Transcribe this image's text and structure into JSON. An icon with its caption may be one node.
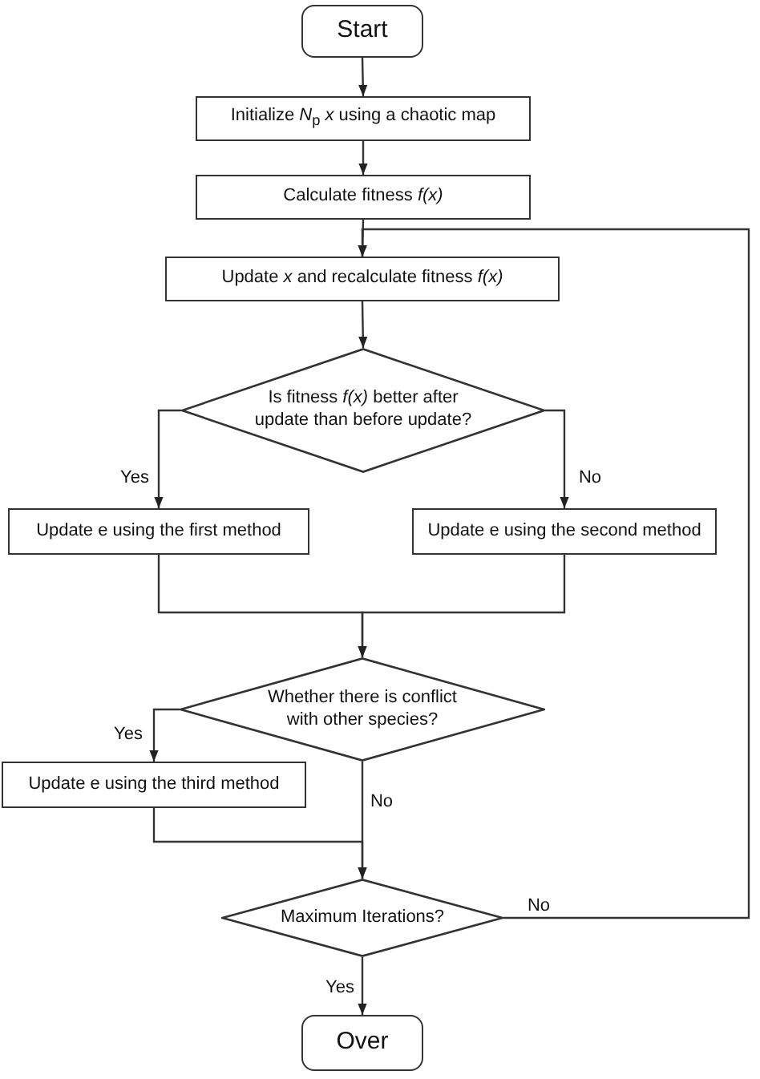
{
  "diagram": {
    "nodes": [
      {
        "text": [
          "Start"
        ]
      },
      {
        "text": [
          "Initialize *N*$_{p}$ *x* using a chaotic map"
        ]
      },
      {
        "text": [
          "Calculate fitness *f(x)*"
        ]
      },
      {
        "text": [
          "Update *x* and recalculate fitness *f(x)*"
        ]
      },
      {
        "text": [
          "Is fitness *f(x)* better after update than before update?"
        ]
      },
      {
        "text": [
          "Update e using the first method"
        ]
      },
      {
        "text": [
          "Update e using the second method"
        ]
      },
      {
        "text": [
          "Whether there is conflict with other species?"
        ]
      },
      {
        "text": [
          "Update e using the third method"
        ]
      },
      {
        "text": [
          "Maximum Iterations?"
        ]
      },
      {
        "text": [
          "Over"
        ]
      }
    ],
    "edges": [
      {
        "from": 0,
        "to": 1,
        "arrow": "to"
      },
      {
        "from": 1,
        "to": 2,
        "arrow": "to"
      },
      {
        "from": 2,
        "to": 3,
        "arrow": "to"
      },
      {
        "from": 3,
        "to": 4,
        "arrow": "to"
      },
      {
        "from": 4,
        "to": 5,
        "arrow": "to",
        "label": "Yes"
      },
      {
        "from": 4,
        "to": 6,
        "arrow": "to",
        "label": "No"
      },
      {
        "from": 5,
        "to": 7,
        "arrow": "to"
      },
      {
        "from": 6,
        "to": 7,
        "arrow": "to"
      },
      {
        "from": 7,
        "to": 8,
        "arrow": "to",
        "label": "Yes"
      },
      {
        "from": 7,
        "to": 9,
        "arrow": "to",
        "label": "No"
      },
      {
        "from": 8,
        "to": 9,
        "arrow": "to"
      },
      {
        "from": 9,
        "to": 10,
        "arrow": "to",
        "label": "Yes"
      },
      {
        "from": 9,
        "to": 3,
        "arrow": "to",
        "label": "No"
      }
    ]
  }
}
